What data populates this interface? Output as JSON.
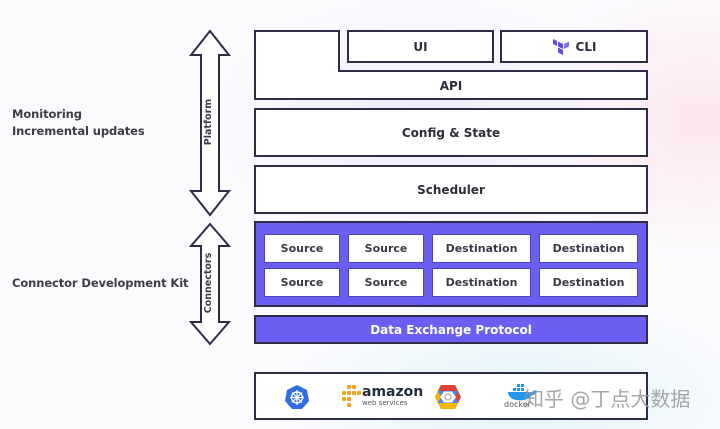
{
  "left_labels": {
    "platform_features": [
      "Monitoring",
      "Incremental updates"
    ],
    "connectors_feature": "Connector Development Kit"
  },
  "arrows": {
    "platform": "Platform",
    "connectors": "Connectors"
  },
  "platform_stack": {
    "ui": "UI",
    "cli": "CLI",
    "api": "API",
    "config_state": "Config & State",
    "scheduler": "Scheduler"
  },
  "connectors": {
    "rows": [
      [
        "Source",
        "Source",
        "Destination",
        "Destination"
      ],
      [
        "Source",
        "Source",
        "Destination",
        "Destination"
      ]
    ],
    "protocol": "Data Exchange Protocol"
  },
  "infrastructure": {
    "logos": [
      "kubernetes-logo",
      "amazon-web-services-logo",
      "google-cloud-logo",
      "docker-logo"
    ],
    "aws_text": "amazon",
    "aws_subtext": "web services",
    "docker_text": "docker"
  },
  "watermark": "知乎 @丁点大数据",
  "colors": {
    "accent_purple": "#6a5ff0",
    "border_dark": "#2f2c45",
    "terraform_purple": "#5c4ee5",
    "kubernetes_blue": "#326ce5",
    "aws_orange": "#f7a21b",
    "docker_blue": "#2496ed"
  }
}
